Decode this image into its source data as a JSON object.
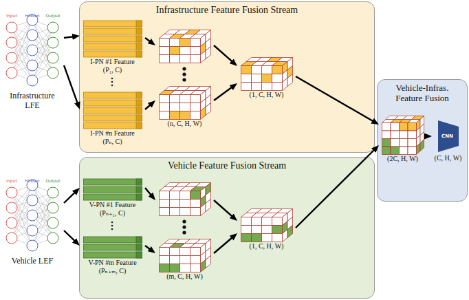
{
  "diagram": {
    "nodes": [
      {
        "text": [
          "Infrastructure LFE"
        ]
      },
      {
        "text": [
          "Infrastructure Feature Fusion Stream"
        ]
      },
      {
        "text": [
          "I-PN #1 Feature",
          "(P₁, C)"
        ],
        "in": 1
      },
      {
        "text": [
          "I-PN #n Feature",
          "(Pₙ, C)"
        ],
        "in": 1
      },
      {
        "text": [
          "(n, C, H, W)"
        ],
        "in": 1
      },
      {
        "text": [
          "(1, C, H, W)"
        ],
        "in": 1
      },
      {
        "text": [
          "Vehicle LEF"
        ]
      },
      {
        "text": [
          "Vehicle Feature Fusion Stream"
        ]
      },
      {
        "text": [
          "V-PN #1 Feature",
          "(Pₙ₊₁, C)"
        ],
        "in": 7
      },
      {
        "text": [
          "V-PN #m Feature",
          "(Pₙ₊ₘ, C)"
        ],
        "in": 7
      },
      {
        "text": [
          "(m, C, H, W)"
        ],
        "in": 7
      },
      {
        "text": [
          "(1, C, H, W)"
        ],
        "in": 7
      },
      {
        "text": [
          "Vehicle-Infras. Feature Fusion"
        ]
      },
      {
        "text": [
          "(2C, H, W)"
        ],
        "in": 12
      },
      {
        "text": [
          "CNN",
          "(C, H, W)"
        ],
        "in": 12
      }
    ],
    "edges": [
      {
        "from": 0,
        "to": 2,
        "arrow": "to"
      },
      {
        "from": 0,
        "to": 3,
        "arrow": "to"
      },
      {
        "from": 2,
        "to": 4,
        "arrow": "to"
      },
      {
        "from": 3,
        "to": 4,
        "arrow": "to"
      },
      {
        "from": 4,
        "to": 5,
        "arrow": "to"
      },
      {
        "from": 4,
        "to": 5,
        "arrow": "to"
      },
      {
        "from": 5,
        "to": 13,
        "arrow": "to"
      },
      {
        "from": 6,
        "to": 8,
        "arrow": "to"
      },
      {
        "from": 6,
        "to": 9,
        "arrow": "to"
      },
      {
        "from": 8,
        "to": 10,
        "arrow": "to"
      },
      {
        "from": 9,
        "to": 10,
        "arrow": "to"
      },
      {
        "from": 10,
        "to": 11,
        "arrow": "to"
      },
      {
        "from": 10,
        "to": 11,
        "arrow": "to"
      },
      {
        "from": 11,
        "to": 13,
        "arrow": "to"
      },
      {
        "from": 13,
        "to": 14,
        "arrow": "to"
      }
    ],
    "labels": [
      "Input",
      "Hidden",
      "Output",
      "Input",
      "Hidden",
      "Output"
    ]
  }
}
